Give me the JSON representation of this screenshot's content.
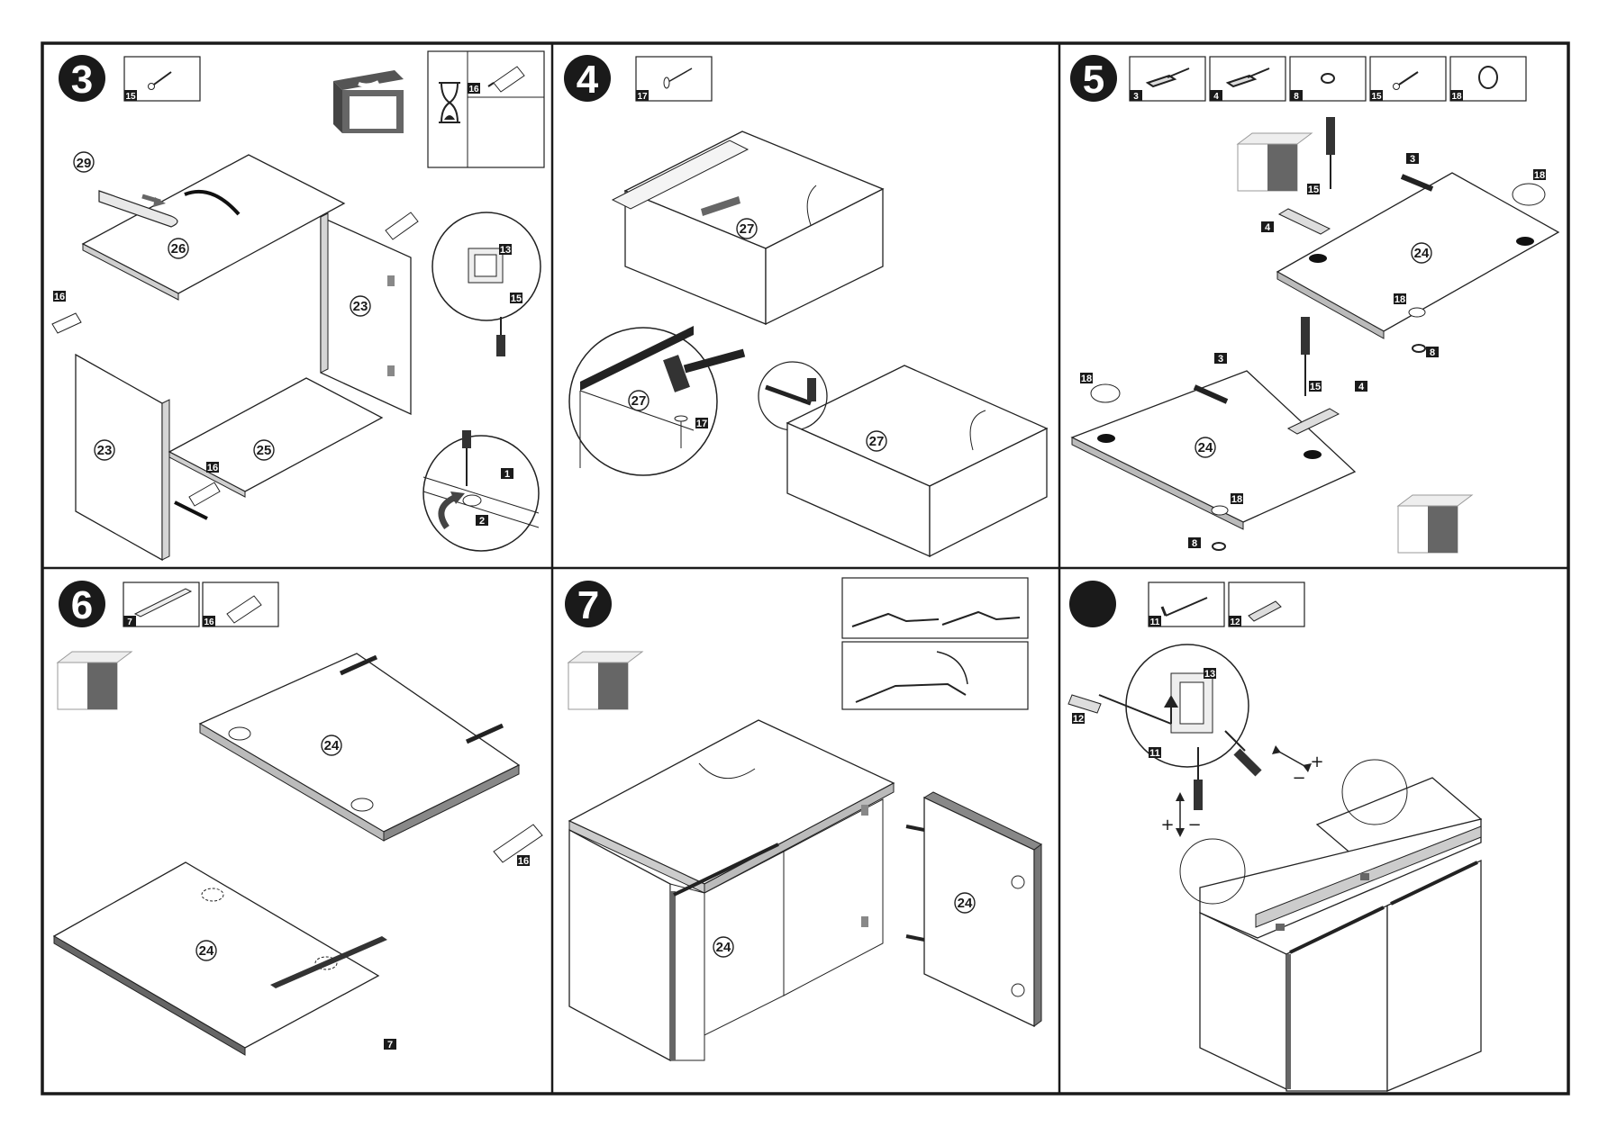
{
  "steps": [
    {
      "number": "3",
      "parts": [
        "15"
      ],
      "glue_tag": "16",
      "labels": {
        "top_panel": "26",
        "side_left": "23",
        "side_right": "23",
        "bottom": "25",
        "rail": "29",
        "glue_a": "16",
        "glue_b": "16",
        "bracket": "13",
        "screw": "15",
        "pin_1": "1",
        "pin_2": "2"
      }
    },
    {
      "number": "4",
      "parts": [
        "17"
      ],
      "labels": {
        "back_top": "27",
        "back_zoom": "27",
        "back_bottom": "27",
        "nail": "17"
      }
    },
    {
      "number": "5",
      "parts": [
        "3",
        "4",
        "8",
        "15",
        "18"
      ],
      "labels": {
        "door_top": "24",
        "door_bottom": "24",
        "a3": "3",
        "a4": "4",
        "a15": "15",
        "a18": "18",
        "a18b": "18",
        "a8": "8",
        "b3": "3",
        "b4": "4",
        "b15": "15",
        "b18": "18",
        "b18b": "18",
        "b8": "8"
      }
    },
    {
      "number": "6",
      "parts": [
        "7",
        "16"
      ],
      "labels": {
        "door_top": "24",
        "door_bottom": "24",
        "glue": "16",
        "strip": "7"
      }
    },
    {
      "number": "7",
      "parts": [],
      "labels": {
        "door_front": "24",
        "door_open": "24"
      }
    },
    {
      "number": "",
      "parts": [
        "11",
        "12"
      ],
      "labels": {
        "screw": "11",
        "plug": "12",
        "bracket": "13",
        "plus_a": "+",
        "minus_a": "−",
        "plus_b": "+",
        "minus_b": "−"
      }
    }
  ]
}
